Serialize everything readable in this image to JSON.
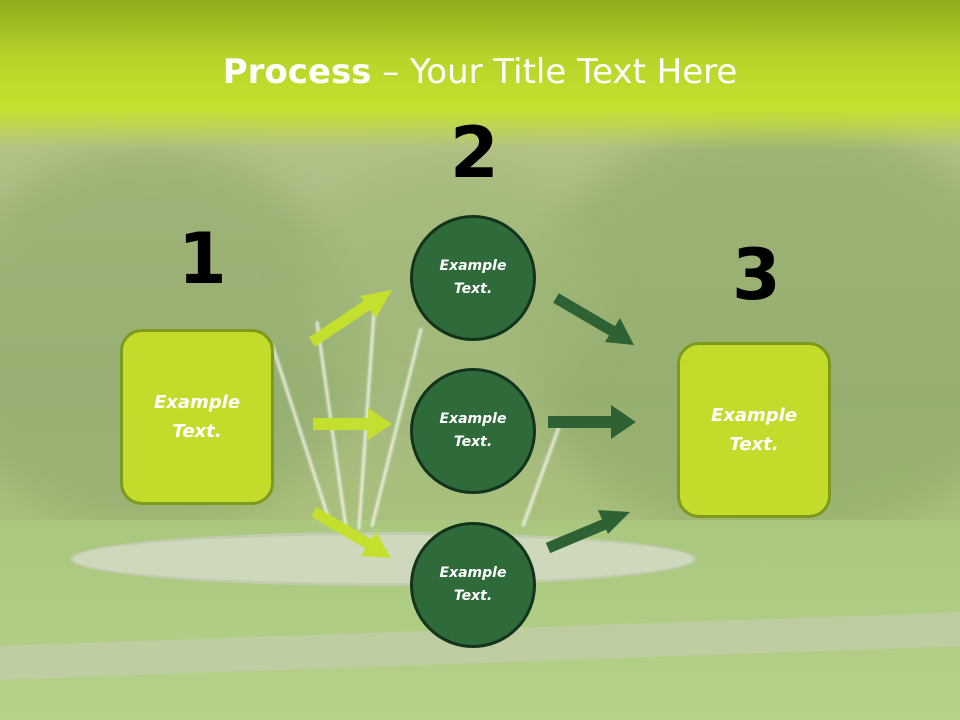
{
  "slide": {
    "title_bold": "Process",
    "title_rest": " – Your Title Text Here"
  },
  "steps": {
    "one": {
      "number": "1",
      "text": "Example Text."
    },
    "two": {
      "number": "2"
    },
    "three": {
      "number": "3",
      "text": "Example Text."
    }
  },
  "circles": [
    {
      "text": "Example Text."
    },
    {
      "text": "Example Text."
    },
    {
      "text": "Example Text."
    }
  ],
  "colors": {
    "header_green": "#c6e12f",
    "box_fill": "#c3dc2c",
    "circle_fill": "#2f6a3b",
    "arrow_light": "#c5df2e",
    "arrow_dark": "#2e6235"
  }
}
